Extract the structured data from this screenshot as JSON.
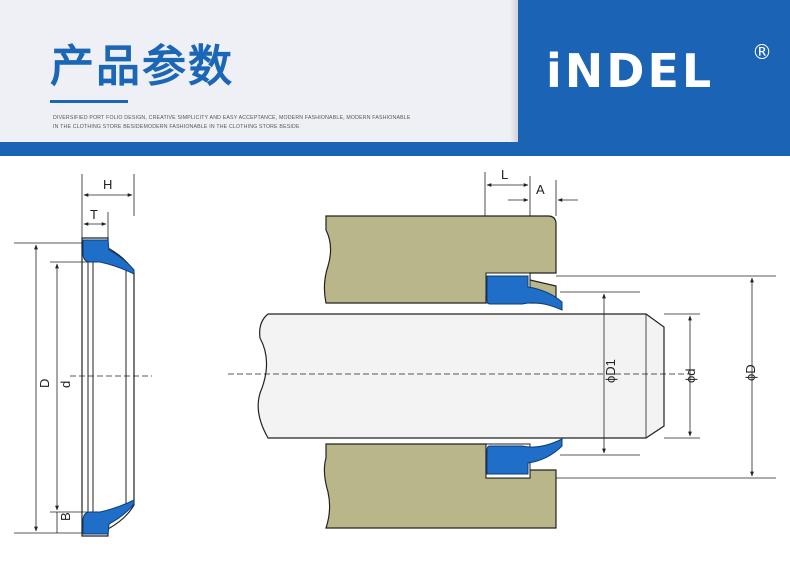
{
  "header": {
    "title": "产品参数",
    "tagline_line1": "DIVERSIFIED PORT FOLIO DESIGN, CREATIVE SIMPLICITY AND EASY ACCEPTANCE, MODERN FASHIONABLE, MODERN FASHIONABLE",
    "tagline_line2": "IN THE CLOTHING STORE BESIDEMODERN FASHIONABLE IN THE CLOTHING STORE BESIDE"
  },
  "logo": {
    "text": "iNDEL",
    "registered_mark": "®"
  },
  "colors": {
    "brand_blue": "#1b63b4",
    "seal_blue": "#1f6fc8",
    "housing_olive": "#b9b78a",
    "rod_gray": "#f3f3f3"
  },
  "diagram": {
    "labels": {
      "H": "H",
      "T": "T",
      "D": "D",
      "d": "d",
      "B": "B",
      "L": "L",
      "A": "A",
      "phi_D1": "ϕD1",
      "phi_d": "ϕd",
      "phi_D": "ϕD"
    }
  }
}
